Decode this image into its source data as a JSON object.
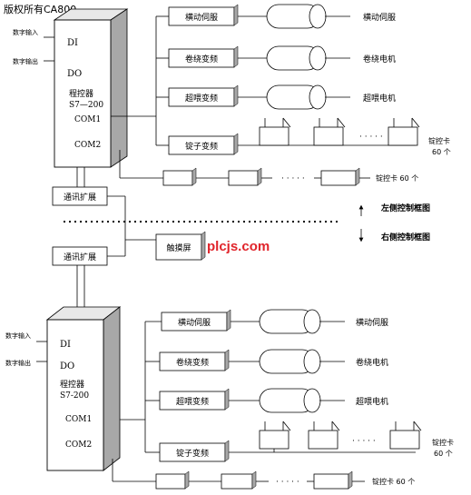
{
  "copyright": "版权所有CA800",
  "watermark": "plcjs.com",
  "colors": {
    "line": "#000000",
    "box_shadow": "#a8a8a8",
    "watermark": "#e0242b"
  },
  "legend": {
    "left_label": "左侧控制框图",
    "right_label": "右侧控制框图"
  },
  "top": {
    "input_digital": "数字输入",
    "output_digital": "数字输出",
    "plc": {
      "di": "DI",
      "do": "DO",
      "name": "程控器",
      "model": "S7—200",
      "com1": "COM1",
      "com2": "COM2"
    },
    "rows": [
      {
        "box": "横动伺服",
        "target": "横动伺服"
      },
      {
        "box": "卷绕变频",
        "target": "卷绕电机"
      },
      {
        "box": "超喂变频",
        "target": "超喂电机"
      }
    ],
    "spindle_box": "锭子变频",
    "spindle_label_line1": "锭控卡",
    "spindle_label_line2": "60 个",
    "dots": "· · · · ·",
    "card_label": "锭控卡 60 个"
  },
  "middle": {
    "comm_top": "通讯扩展",
    "comm_bottom": "通讯扩展",
    "touchscreen": "触摸屏"
  },
  "bottom": {
    "input_digital": "数字输入",
    "output_digital": "数字输出",
    "plc": {
      "di": "DI",
      "do": "DO",
      "name": "程控器",
      "model": "S7-200",
      "com1": "COM1",
      "com2": "COM2"
    },
    "rows": [
      {
        "box": "横动伺服",
        "target": "横动伺服"
      },
      {
        "box": "卷绕变频",
        "target": "卷绕电机"
      },
      {
        "box": "超喂变频",
        "target": "超喂电机"
      }
    ],
    "spindle_box": "锭子变频",
    "spindle_label_line1": "锭控卡",
    "spindle_label_line2": "60 个",
    "dots": "· · · · ·",
    "card_label": "锭控卡 60 个"
  }
}
